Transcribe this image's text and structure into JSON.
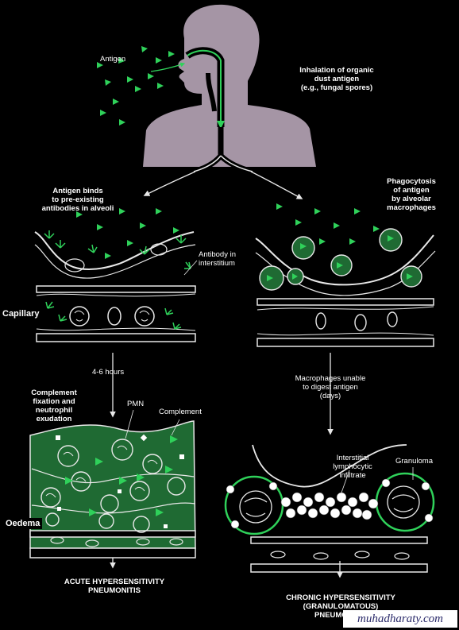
{
  "labels": {
    "antigen": "Antigen",
    "inhalation": "Inhalation of organic\ndust antigen\n(e.g., fungal spores)",
    "binds": "Antigen binds\nto pre-existing\nantibodies in alveoli",
    "phago": "Phagocytosis\nof antigen\nby alveolar\nmacrophages",
    "antibody_interstitium": "Antibody in\ninterstitium",
    "capillary": "Capillary",
    "hours": "4-6 hours",
    "complement_fix": "Complement\nfixation and\nneutrophil\nexudation",
    "pmn": "PMN",
    "complement": "Complement",
    "macro_unable": "Macrophages unable\nto digest antigen\n(days)",
    "lymph": "Interstitial\nlymphocytic\ninfiltrate",
    "granuloma": "Granuloma",
    "oedema": "Oedema",
    "acute": "ACUTE HYPERSENSITIVITY\nPNEUMONITIS",
    "chronic": "CHRONIC HYPERSENSITIVITY\n(GRANULOMATOUS)\nPNEUMONITIS",
    "watermark": "muhadharaty.com"
  },
  "colors": {
    "antigen_green": "#2fd15a",
    "silhouette": "#a595a5",
    "oedema_fill": "#1f6a33",
    "outline": "#e8e8e8"
  }
}
